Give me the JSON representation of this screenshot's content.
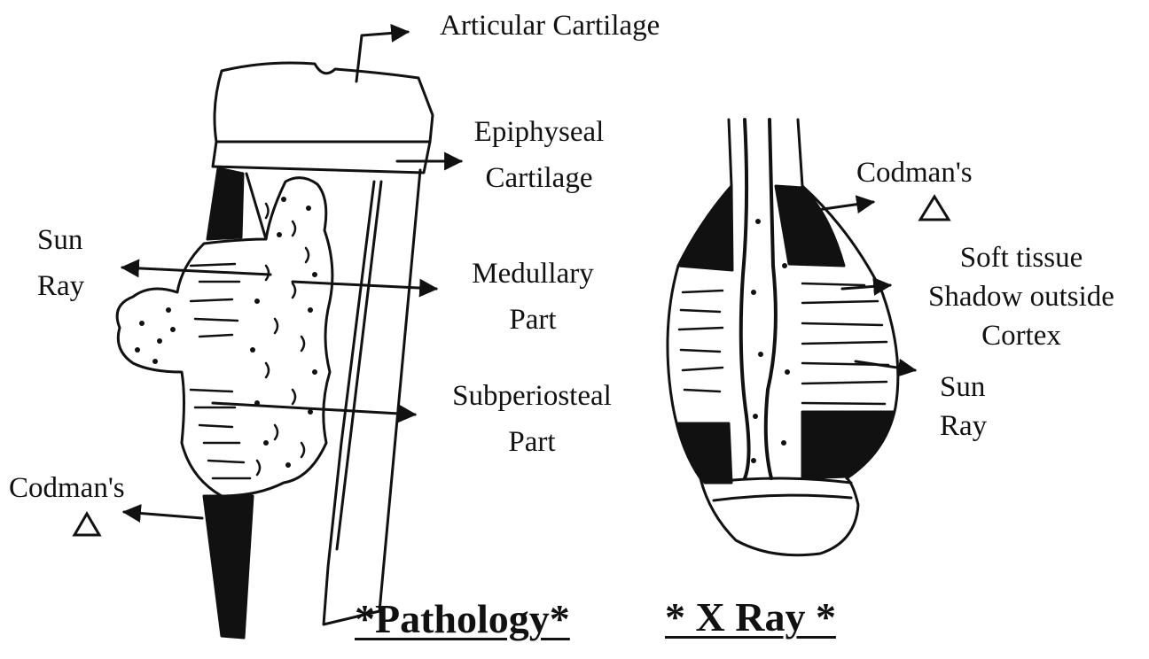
{
  "pathology": {
    "title": "*Pathology*",
    "labels": {
      "articular_cartilage": "Articular Cartilage",
      "epiphyseal_1": "Epiphyseal",
      "epiphyseal_2": "Cartilage",
      "medullary_1": "Medullary",
      "medullary_2": "Part",
      "subperiosteal_1": "Subperiosteal",
      "subperiosteal_2": "Part",
      "sun_ray_1": "Sun",
      "sun_ray_2": "Ray",
      "codman": "Codman's"
    }
  },
  "xray": {
    "title": "* X Ray *",
    "labels": {
      "codman": "Codman's",
      "soft_tissue_1": "Soft tissue",
      "soft_tissue_2": "Shadow outside",
      "soft_tissue_3": "Cortex",
      "sun_ray_1": "Sun",
      "sun_ray_2": "Ray"
    }
  },
  "colors": {
    "ink": "#111111",
    "paper": "#ffffff"
  }
}
